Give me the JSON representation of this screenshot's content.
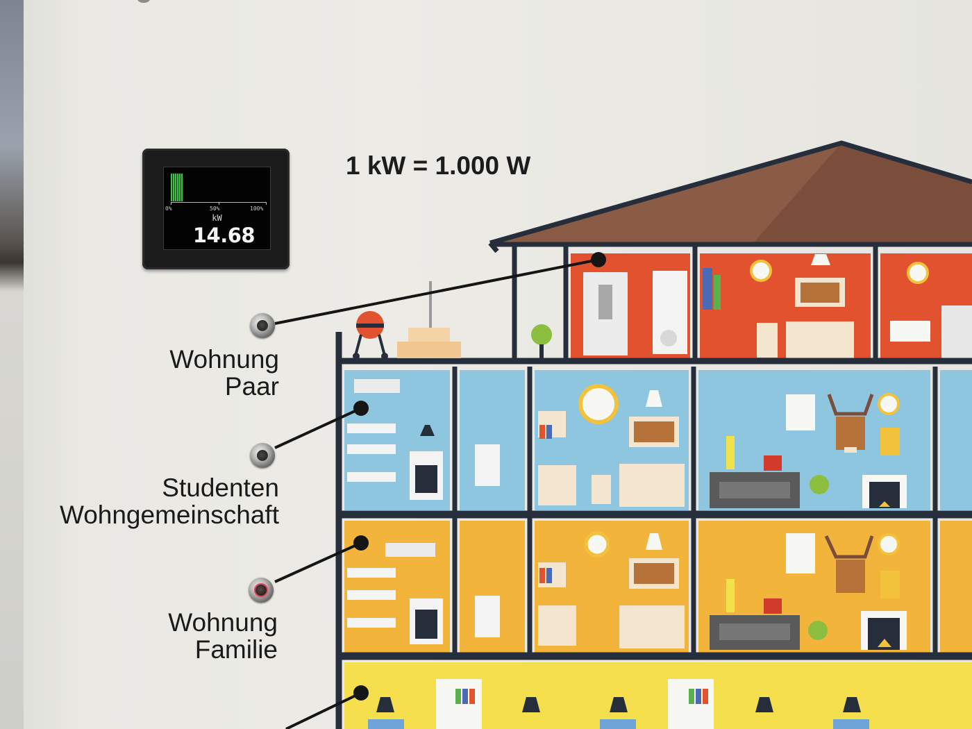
{
  "display": {
    "scale_labels": [
      "0%",
      "50%",
      "100%"
    ],
    "unit": "kW",
    "value": "14.68",
    "load_fraction": 0.13
  },
  "conversion": "1 kW = 1.000 W",
  "buttons": [
    {
      "line1": "Wohnung",
      "line2": "Paar",
      "active": false
    },
    {
      "line1": "Studenten",
      "line2": "Wohngemeinschaft",
      "active": false
    },
    {
      "line1": "Wohnung",
      "line2": "Familie",
      "active": true
    }
  ],
  "colors": {
    "roof": "#7a4e3b",
    "attic": "#e2522f",
    "floor_2": "#8ec5df",
    "floor_1": "#f3b43c",
    "ground_floor": "#f5df4d",
    "frame": "#262e3b",
    "active_button_ring": "#d9455b"
  }
}
